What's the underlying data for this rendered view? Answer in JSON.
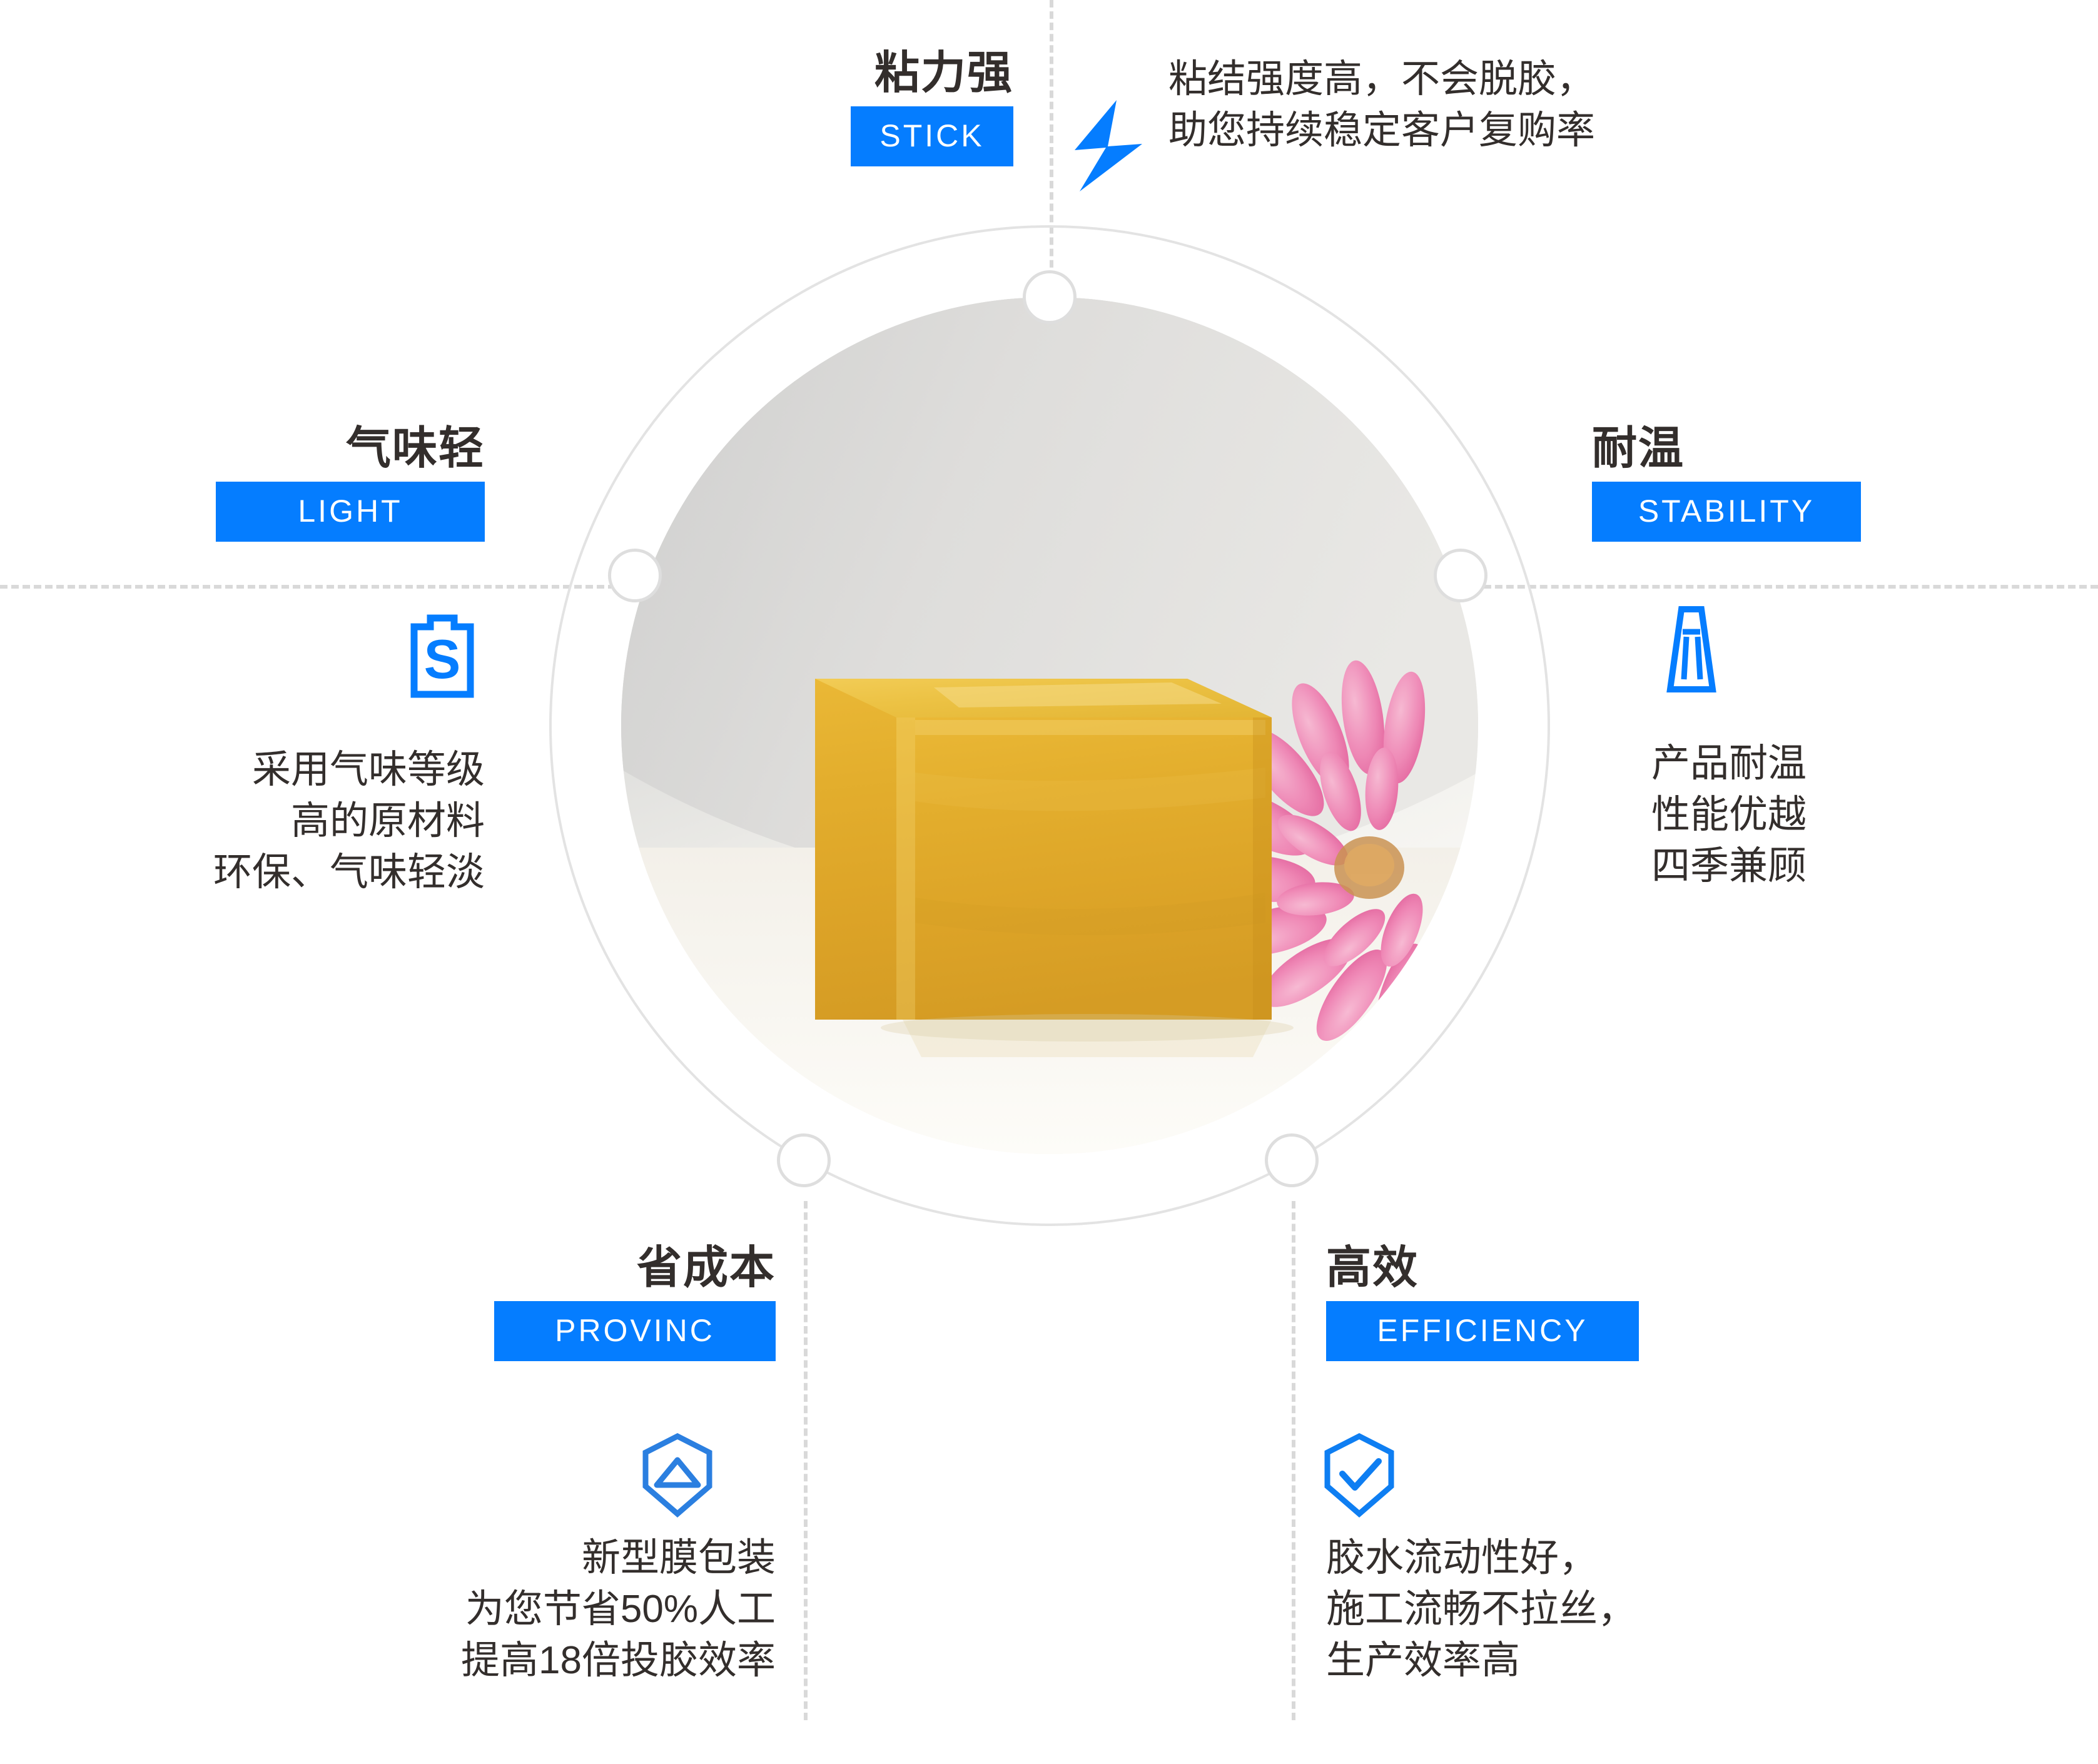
{
  "theme": {
    "accent_blue": "#057DFF",
    "text_dark": "#332E2C",
    "guide_gray": "#D9D9D9",
    "ring_gray": "#E3E3E3"
  },
  "product_image": {
    "alt": "yellow hot-melt adhesive block with pink chrysanthemum flower",
    "block_color": "#E0A92B",
    "flower_color": "#EE7FAE"
  },
  "features": [
    {
      "id": "stick",
      "cn_title": "粘力强",
      "badge": "STICK",
      "icon": "lightning-bolt-icon",
      "description": "粘结强度高，不会脱胶，\n助您持续稳定客户复购率"
    },
    {
      "id": "light",
      "cn_title": "气味轻",
      "badge": "LIGHT",
      "icon": "bottle-s-icon",
      "description": "采用气味等级\n高的原材料\n环保、气味轻淡"
    },
    {
      "id": "stability",
      "cn_title": "耐温",
      "badge": "STABILITY",
      "icon": "thermometer-tube-icon",
      "description": "产品耐温\n性能优越\n四季兼顾"
    },
    {
      "id": "provinc",
      "cn_title": "省成本",
      "badge": "PROVINC",
      "icon": "shield-triangle-icon",
      "description": "新型膜包装\n为您节省50%人工\n提高18倍投胶效率"
    },
    {
      "id": "efficiency",
      "cn_title": "高效",
      "badge": "EFFICIENCY",
      "icon": "shield-check-icon",
      "description": "胶水流动性好，\n施工流畅不拉丝，\n生产效率高"
    }
  ]
}
